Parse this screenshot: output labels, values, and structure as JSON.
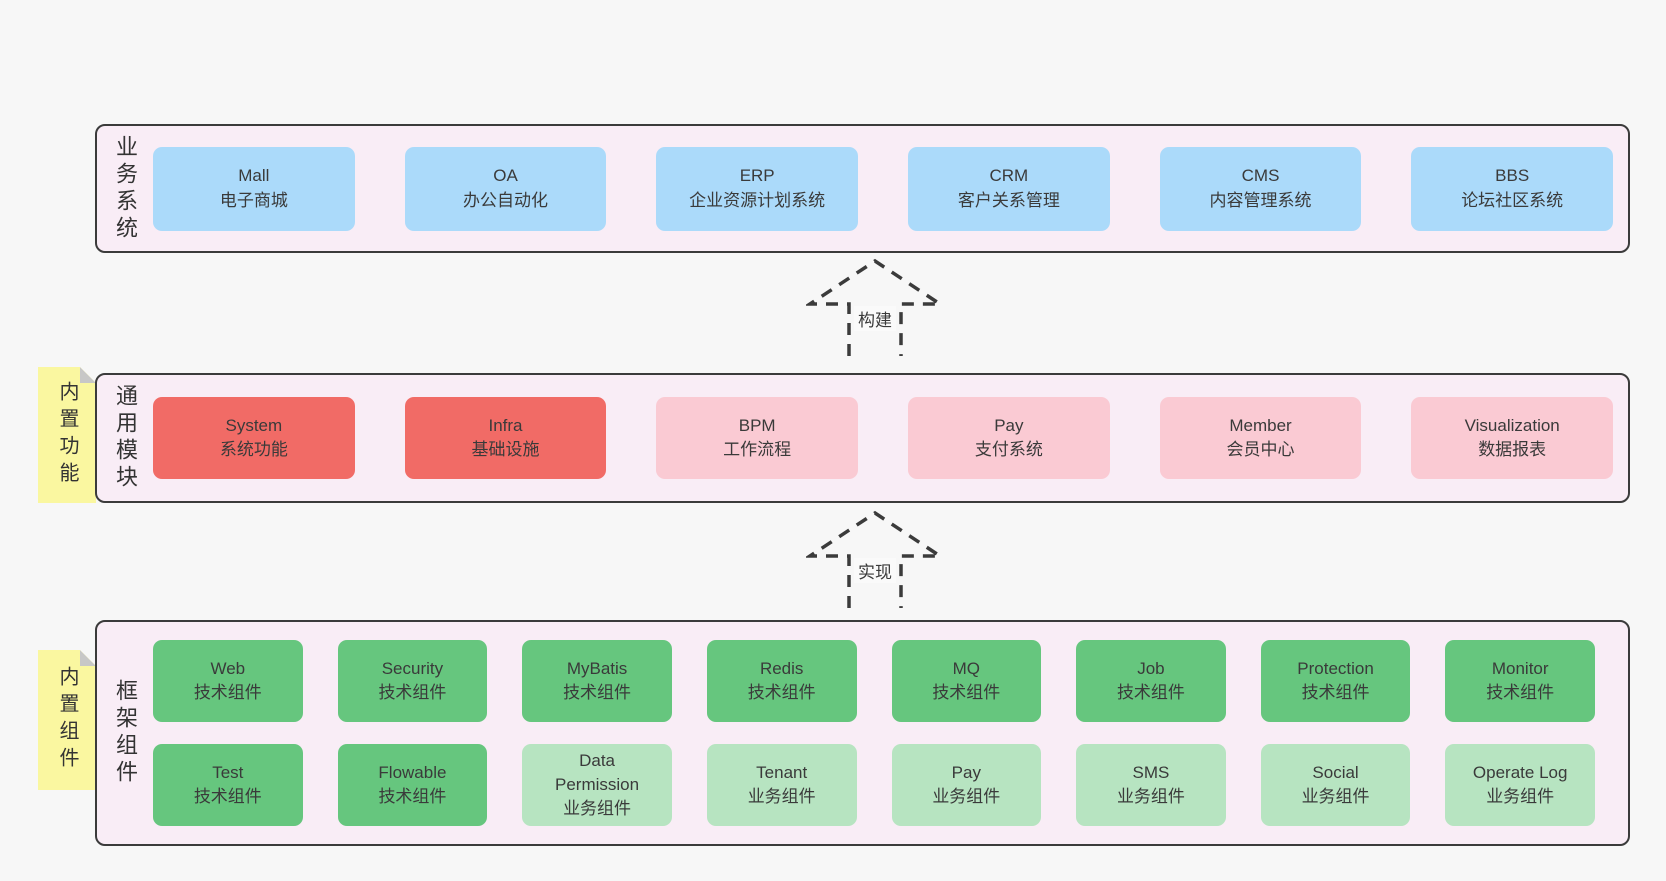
{
  "diagram": {
    "sections": [
      {
        "label": "业务系统",
        "boxes": [
          {
            "name": "Mall",
            "desc": "电子商城"
          },
          {
            "name": "OA",
            "desc": "办公自动化"
          },
          {
            "name": "ERP",
            "desc": "企业资源计划系统"
          },
          {
            "name": "CRM",
            "desc": "客户关系管理"
          },
          {
            "name": "CMS",
            "desc": "内容管理系统"
          },
          {
            "name": "BBS",
            "desc": "论坛社区系统"
          }
        ]
      },
      {
        "label": "通用模块",
        "sticky": "内置功能",
        "boxes": [
          {
            "name": "System",
            "desc": "系统功能"
          },
          {
            "name": "Infra",
            "desc": "基础设施"
          },
          {
            "name": "BPM",
            "desc": "工作流程"
          },
          {
            "name": "Pay",
            "desc": "支付系统"
          },
          {
            "name": "Member",
            "desc": "会员中心"
          },
          {
            "name": "Visualization",
            "desc": "数据报表"
          }
        ]
      },
      {
        "label": "框架组件",
        "sticky": "内置组件",
        "rows": [
          [
            {
              "name": "Web",
              "desc": "技术组件"
            },
            {
              "name": "Security",
              "desc": "技术组件"
            },
            {
              "name": "MyBatis",
              "desc": "技术组件"
            },
            {
              "name": "Redis",
              "desc": "技术组件"
            },
            {
              "name": "MQ",
              "desc": "技术组件"
            },
            {
              "name": "Job",
              "desc": "技术组件"
            },
            {
              "name": "Protection",
              "desc": "技术组件"
            },
            {
              "name": "Monitor",
              "desc": "技术组件"
            }
          ],
          [
            {
              "name": "Test",
              "desc": "技术组件"
            },
            {
              "name": "Flowable",
              "desc": "技术组件"
            },
            {
              "name": "Data Permission",
              "desc": "业务组件"
            },
            {
              "name": "Tenant",
              "desc": "业务组件"
            },
            {
              "name": "Pay",
              "desc": "业务组件"
            },
            {
              "name": "SMS",
              "desc": "业务组件"
            },
            {
              "name": "Social",
              "desc": "业务组件"
            },
            {
              "name": "Operate Log",
              "desc": "业务组件"
            }
          ]
        ]
      }
    ],
    "arrows": [
      {
        "label": "构建"
      },
      {
        "label": "实现"
      }
    ],
    "colors": {
      "page_bg": "#f7f7f7",
      "panel_bg": "#f9edf6",
      "panel_border": "#3b3b3b",
      "blue_box": "#abdafa",
      "red_box": "#f16b66",
      "pink_box": "#facad3",
      "green_box": "#66c67e",
      "light_green_box": "#b7e4c1",
      "sticky_note": "#faf7a0",
      "sticky_fold": "#c7c7c7",
      "text": "#3a3a3a"
    }
  }
}
